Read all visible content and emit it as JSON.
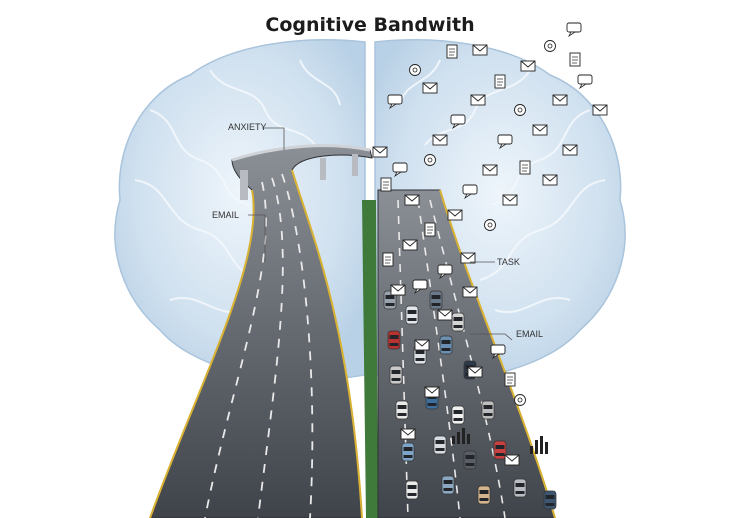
{
  "title": "Cognitive Bandwith",
  "labels": {
    "anxiety": "ANXIETY",
    "email_left": "EMAIL",
    "task": "TASK",
    "email_right": "EMAIL"
  },
  "icons": [
    "envelope-icon",
    "chat-bubble-icon",
    "document-icon",
    "notification-bell-icon",
    "at-sign-icon",
    "bar-chart-icon",
    "car-icon"
  ],
  "colors": {
    "brain": "#cfe0ef",
    "brain_vein": "#f3f8fc",
    "road": "#4f5359",
    "lane_line": "#e9e9e9",
    "edge_line": "#d9b233",
    "median_grass": "#3f7a3a"
  }
}
